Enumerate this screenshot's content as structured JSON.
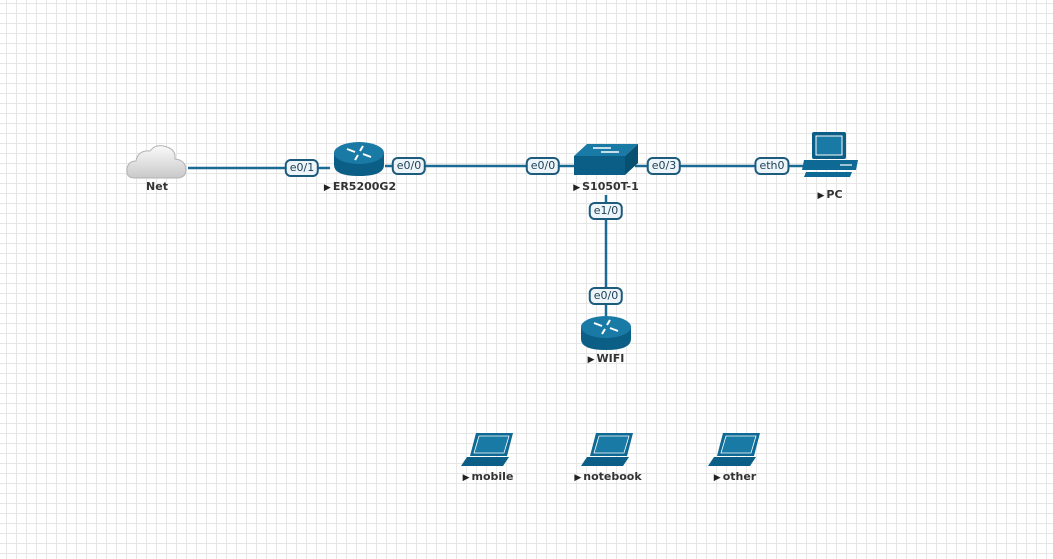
{
  "colors": {
    "link": "#1a6a96",
    "device": "#0e6a94",
    "port_border": "#1d5b7d"
  },
  "nodes": {
    "net": {
      "label": "Net",
      "icon": "cloud-icon",
      "running": false
    },
    "router": {
      "label": "ER5200G2",
      "icon": "router-icon",
      "running": true
    },
    "switch": {
      "label": "S1050T-1",
      "icon": "switch-icon",
      "running": true
    },
    "pc": {
      "label": "PC",
      "icon": "desktop-pc-icon",
      "running": true
    },
    "wifi": {
      "label": "WIFI",
      "icon": "router-icon",
      "running": true
    },
    "mobile": {
      "label": "mobile",
      "icon": "laptop-icon",
      "running": true
    },
    "notebook": {
      "label": "notebook",
      "icon": "laptop-icon",
      "running": true
    },
    "other": {
      "label": "other",
      "icon": "laptop-icon",
      "running": true
    }
  },
  "ports": {
    "router_e01": "e0/1",
    "router_e00": "e0/0",
    "switch_e00": "e0/0",
    "switch_e03": "e0/3",
    "pc_eth0": "eth0",
    "switch_e10": "e1/0",
    "wifi_e00": "e0/0"
  },
  "play_glyph": "▶"
}
